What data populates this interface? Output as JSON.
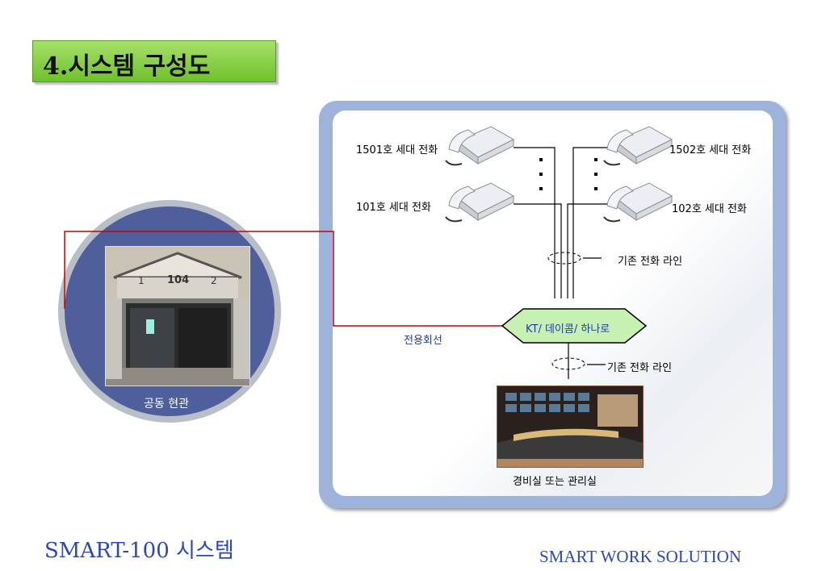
{
  "title": "4.시스템 구성도",
  "entrance_label": "공동 현관",
  "entrance_number": "104",
  "entrance_left_mark": "1",
  "entrance_right_mark": "2",
  "phones": {
    "top_left": "1501호 세대 전화",
    "top_right": "1502호 세대 전화",
    "mid_left": "101호 세대 전화",
    "mid_right": "102호 세대 전화"
  },
  "existing_line_label_top": "기존 전화 라인",
  "existing_line_label_bottom": "기존 전화 라인",
  "hub_label": "KT/ 데이콤/ 하나로",
  "dedicated_line_label": "전용회선",
  "control_room_label": "경비실 또는 관리실",
  "footer_left": "SMART-100  시스템",
  "footer_right": "SMART WORK SOLUTION",
  "colors": {
    "title_green": "#7cc83a",
    "panel_blue": "#9db3dc",
    "circle_blue": "#4f5f9b",
    "hub_green": "#c7f0b3",
    "dedicated_red": "#cc0000",
    "footer_blue": "#2d49b8"
  }
}
